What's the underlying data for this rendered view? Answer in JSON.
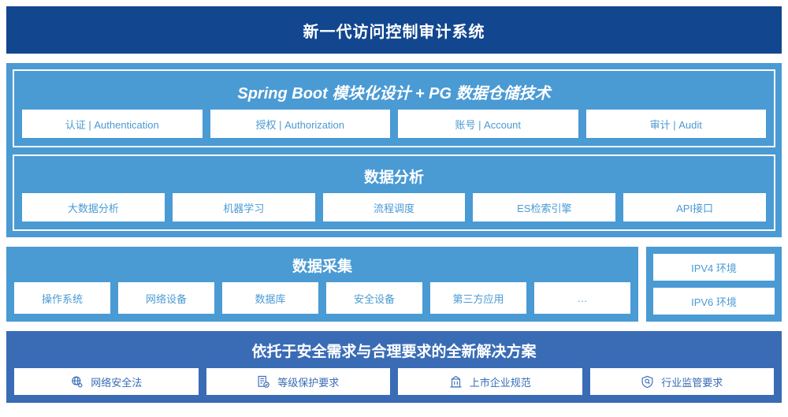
{
  "header": {
    "title": "新一代访问控制审计系统"
  },
  "platform": {
    "spring": {
      "title": "Spring Boot 模块化设计 + PG 数据仓储技术",
      "cards": [
        {
          "label": "认证 | Authentication"
        },
        {
          "label": "授权 | Authorization"
        },
        {
          "label": "账号 | Account"
        },
        {
          "label": "审计 | Audit"
        }
      ]
    },
    "analysis": {
      "title": "数据分析",
      "cards": [
        {
          "label": "大数据分析"
        },
        {
          "label": "机器学习"
        },
        {
          "label": "流程调度"
        },
        {
          "label": "ES检索引擎"
        },
        {
          "label": "API接口"
        }
      ]
    }
  },
  "collection": {
    "title": "数据采集",
    "cards": [
      {
        "label": "操作系统"
      },
      {
        "label": "网络设备"
      },
      {
        "label": "数据库"
      },
      {
        "label": "安全设备"
      },
      {
        "label": "第三方应用"
      },
      {
        "label": "…"
      }
    ]
  },
  "environments": {
    "cards": [
      {
        "label": "IPV4 环境"
      },
      {
        "label": "IPV6 环境"
      }
    ]
  },
  "solution": {
    "title": "依托于安全需求与合理要求的全新解决方案",
    "cards": [
      {
        "label": "网络安全法",
        "icon": "globe-icon"
      },
      {
        "label": "等级保护要求",
        "icon": "document-check-icon"
      },
      {
        "label": "上市企业规范",
        "icon": "building-icon"
      },
      {
        "label": "行业监管要求",
        "icon": "shield-search-icon"
      }
    ]
  },
  "colors": {
    "header_bg": "#12478f",
    "platform_bg": "#4a9ad4",
    "solution_bg": "#3a6cb5",
    "card_bg": "#ffffff",
    "card_text": "#4a9ad4",
    "solution_card_text": "#3a6cb5"
  }
}
